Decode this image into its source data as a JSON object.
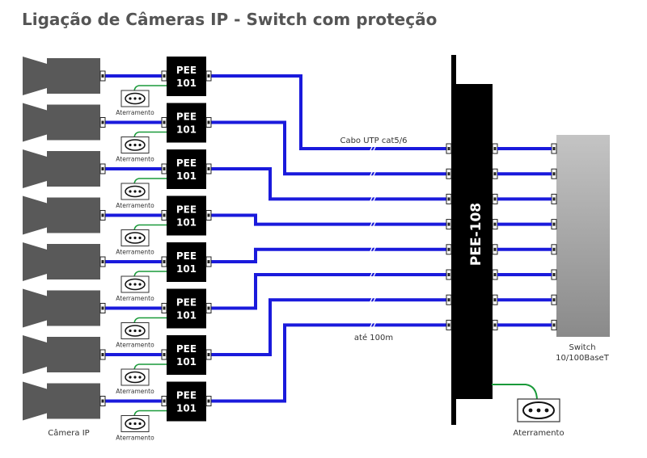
{
  "title": "Ligação de Câmeras IP - Switch com proteção",
  "camera_label": "Câmera IP",
  "protector": {
    "line1": "PEE",
    "line2": "101",
    "count": 8
  },
  "ground_small_label": "Aterramento",
  "cable_label": "Cabo UTP cat5/6",
  "distance_label": "até 100m",
  "panel_label": "PEE-108",
  "switch_label_line1": "Switch",
  "switch_label_line2": "10/100BaseT",
  "ground_main_label": "Aterramento",
  "colors": {
    "cable": "#1a1adc",
    "ground_wire": "#1a9a3a",
    "camera": "#595959",
    "protector": "#000000",
    "panel": "#000000",
    "switch_light": "#c4c4c4",
    "switch_dark": "#8a8a8a",
    "title": "#555555"
  },
  "icons": [
    "camera-icon",
    "rj45-port-icon",
    "power-outlet-icon",
    "cable-break-icon"
  ]
}
